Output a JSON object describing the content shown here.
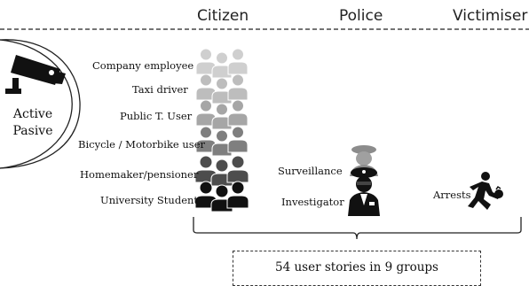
{
  "headers": {
    "citizen": "Citizen",
    "police": "Police",
    "victimiser": "Victimiser"
  },
  "camera_circle": {
    "icon": "security-camera-icon",
    "line1": "Active",
    "line2": "Pasive"
  },
  "citizen_groups": [
    {
      "label": "Company  employee",
      "color": "#cfcfcf"
    },
    {
      "label": "Taxi driver",
      "color": "#bdbdbd"
    },
    {
      "label": "Public  T. User",
      "color": "#a6a6a6"
    },
    {
      "label": "Bicycle / Motorbike user",
      "color": "#7f7f7f"
    },
    {
      "label": "Homemaker/pensioner",
      "color": "#4d4d4d"
    },
    {
      "label": "University Student",
      "color": "#111111"
    }
  ],
  "police_groups": [
    {
      "label": "Surveillance",
      "color": "#8c8c8c",
      "icon": "police-officer-icon"
    },
    {
      "label": "Investigator",
      "color": "#1a1a1a",
      "icon": "police-officer-icon"
    }
  ],
  "victimiser_groups": [
    {
      "label": "Arrests",
      "icon": "running-thief-icon"
    }
  ],
  "summary": "54 user stories in 9 groups"
}
